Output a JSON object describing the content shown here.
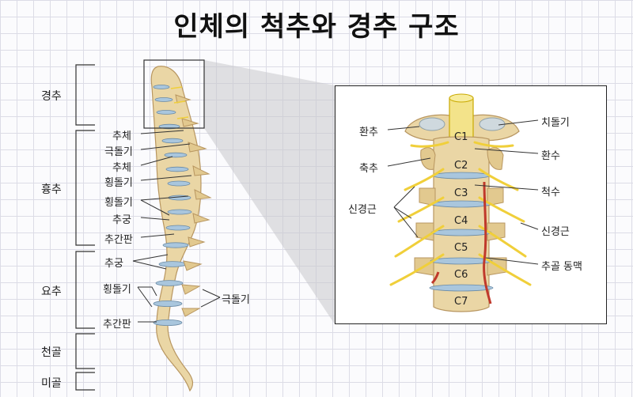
{
  "title": "인체의 척추와 경추 구조",
  "sections": {
    "cervical": "경추",
    "thoracic": "흉추",
    "lumbar": "요추",
    "sacrum": "천골",
    "coccyx": "미골"
  },
  "spine_labels": {
    "body1": "추체",
    "spinous1": "극돌기",
    "body2": "추체",
    "transverse1": "횡돌기",
    "transverse2": "횡돌기",
    "arch1": "추궁",
    "disc1": "추간판",
    "arch2": "추궁",
    "transverse3": "횡돌기",
    "disc2": "추간판",
    "spinous2": "극돌기"
  },
  "detail_labels": {
    "atlas": "환추",
    "axis": "축추",
    "nerve_root_left": "신경근",
    "dens": "치돌기",
    "foramen": "환수",
    "cord": "척수",
    "nerve_root_right": "신경근",
    "artery": "추골 동맥"
  },
  "vertebra_codes": [
    "C1",
    "C2",
    "C3",
    "C4",
    "C5",
    "C6",
    "C7"
  ],
  "colors": {
    "bone": "#e8d3a2",
    "bone_dark": "#b89660",
    "disc": "#a9c6dd",
    "nerve": "#f0cf3a",
    "artery": "#c0392b"
  }
}
